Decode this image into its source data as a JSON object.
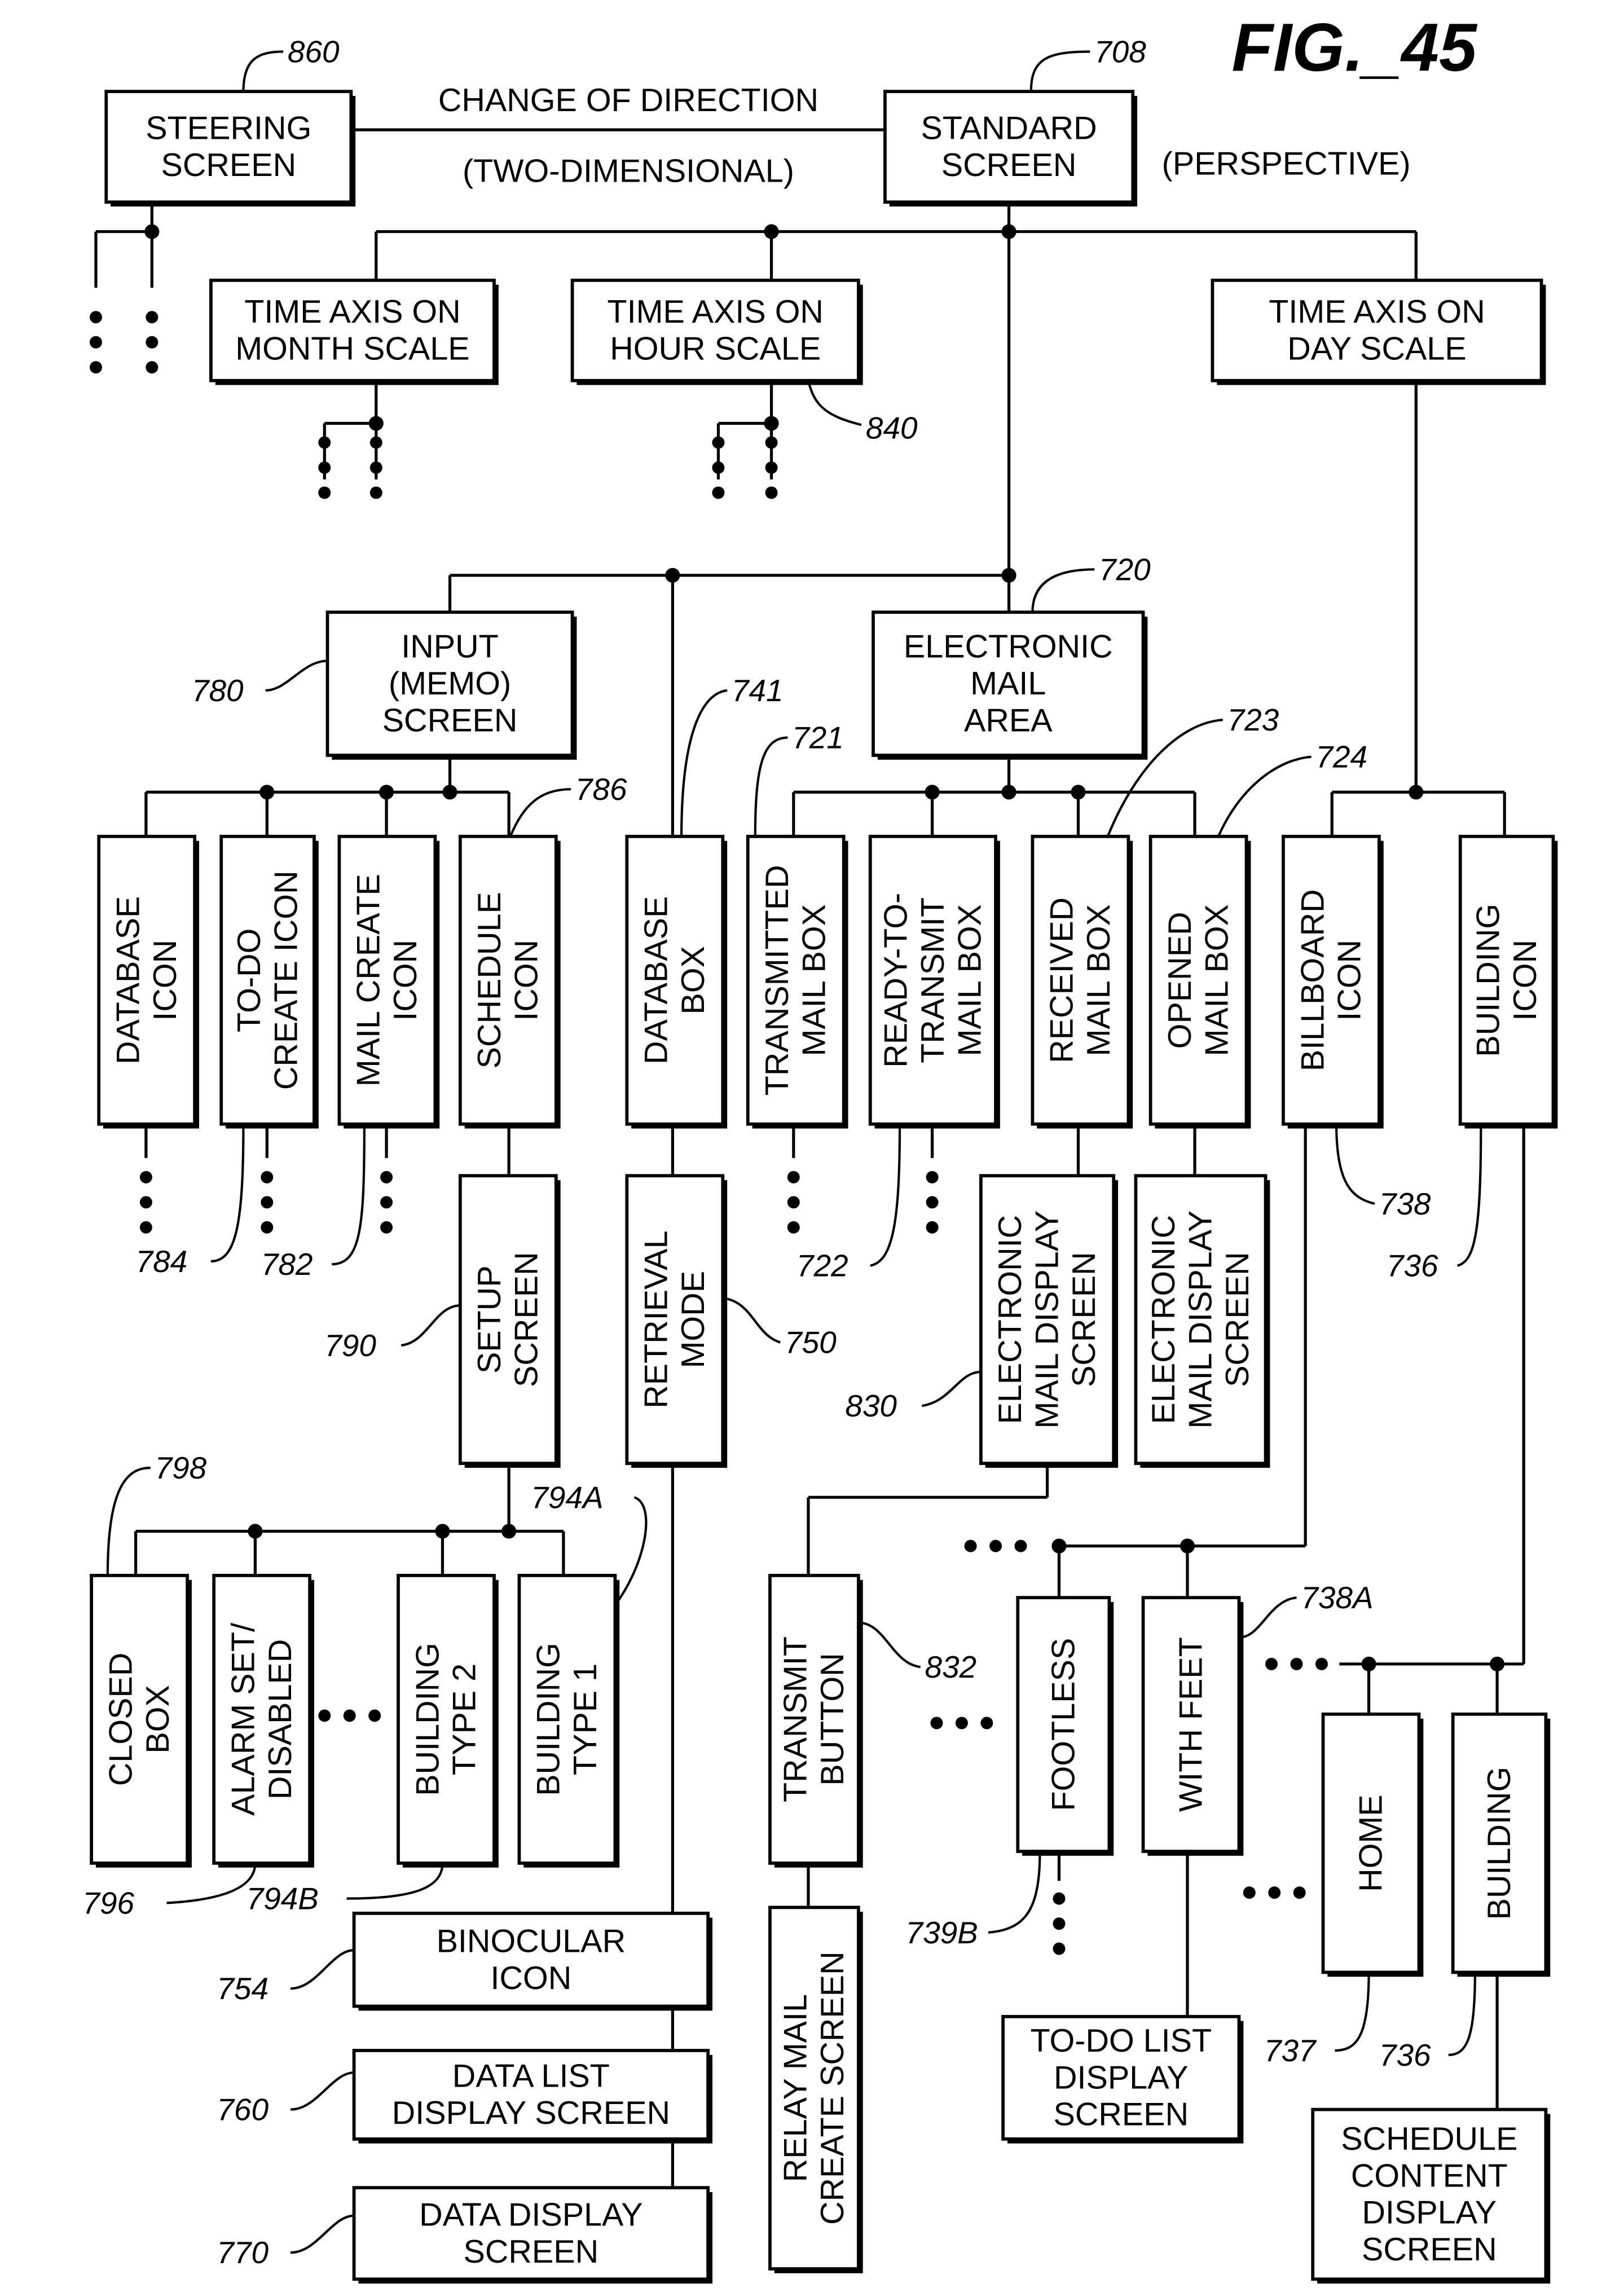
{
  "figure": {
    "title": "FIG._45"
  },
  "annotations": {
    "change_of_direction": "CHANGE OF DIRECTION",
    "two_dimensional": "(TWO-DIMENSIONAL)",
    "perspective": "(PERSPECTIVE)"
  },
  "boxes": {
    "steering_screen": {
      "lines": [
        "STEERING",
        "SCREEN"
      ],
      "ref": "860"
    },
    "standard_screen": {
      "lines": [
        "STANDARD",
        "SCREEN"
      ],
      "ref": "708"
    },
    "time_axis_month": {
      "lines": [
        "TIME AXIS ON",
        "MONTH SCALE"
      ]
    },
    "time_axis_hour": {
      "lines": [
        "TIME AXIS ON",
        "HOUR SCALE"
      ],
      "ref": "840"
    },
    "time_axis_day": {
      "lines": [
        "TIME AXIS ON",
        "DAY SCALE"
      ]
    },
    "input_memo_screen": {
      "lines": [
        "INPUT",
        "(MEMO)",
        "SCREEN"
      ],
      "ref": "780"
    },
    "electronic_mail_area": {
      "lines": [
        "ELECTRONIC",
        "MAIL",
        "AREA"
      ],
      "ref": "720"
    },
    "database_icon": {
      "lines": [
        "DATABASE",
        "ICON"
      ],
      "ref": "784"
    },
    "todo_create_icon": {
      "lines": [
        "TO-DO",
        "CREATE ICON"
      ],
      "ref": "782"
    },
    "mail_create_icon": {
      "lines": [
        "MAIL CREATE",
        "ICON"
      ]
    },
    "schedule_icon": {
      "lines": [
        "SCHEDULE",
        "ICON"
      ],
      "ref": "786"
    },
    "database_box": {
      "lines": [
        "DATABASE",
        "BOX"
      ],
      "ref": "741"
    },
    "transmitted_mail_box": {
      "lines": [
        "TRANSMITTED",
        "MAIL BOX"
      ],
      "ref": "721"
    },
    "ready_to_transmit_mail_box": {
      "lines": [
        "READY-TO-",
        "TRANSMIT",
        "MAIL BOX"
      ],
      "ref": "722"
    },
    "received_mail_box": {
      "lines": [
        "RECEIVED",
        "MAIL BOX"
      ],
      "ref": "723"
    },
    "opened_mail_box": {
      "lines": [
        "OPENED",
        "MAIL BOX"
      ],
      "ref": "724"
    },
    "billboard_icon": {
      "lines": [
        "BILLBOARD",
        "ICON"
      ],
      "ref": "738"
    },
    "building_icon": {
      "lines": [
        "BUILDING",
        "ICON"
      ],
      "ref": "736"
    },
    "setup_screen": {
      "lines": [
        "SETUP",
        "SCREEN"
      ],
      "ref": "790"
    },
    "retrieval_mode": {
      "lines": [
        "RETRIEVAL",
        "MODE"
      ],
      "ref": "750"
    },
    "em_display_screen_1": {
      "lines": [
        "ELECTRONIC",
        "MAIL DISPLAY",
        "SCREEN"
      ],
      "ref": "830"
    },
    "em_display_screen_2": {
      "lines": [
        "ELECTRONIC",
        "MAIL DISPLAY",
        "SCREEN"
      ]
    },
    "closed_box": {
      "lines": [
        "CLOSED",
        "BOX"
      ],
      "ref": "798"
    },
    "alarm_set_disabled": {
      "lines": [
        "ALARM SET/",
        "DISABLED"
      ],
      "ref": "796"
    },
    "building_type_2": {
      "lines": [
        "BUILDING",
        "TYPE 2"
      ],
      "ref": "794B"
    },
    "building_type_1": {
      "lines": [
        "BUILDING",
        "TYPE 1"
      ],
      "ref": "794A"
    },
    "transmit_button": {
      "lines": [
        "TRANSMIT",
        "BUTTON"
      ],
      "ref": "832"
    },
    "relay_mail_create_screen": {
      "lines": [
        "RELAY MAIL",
        "CREATE SCREEN"
      ]
    },
    "footless": {
      "lines": [
        "FOOTLESS"
      ],
      "ref": "739B"
    },
    "with_feet": {
      "lines": [
        "WITH  FEET"
      ],
      "ref": "738A"
    },
    "home": {
      "lines": [
        "HOME"
      ],
      "ref": "737"
    },
    "building": {
      "lines": [
        "BUILDING"
      ],
      "ref": "736"
    },
    "binocular_icon": {
      "lines": [
        "BINOCULAR",
        "ICON"
      ],
      "ref": "754"
    },
    "data_list_display_screen": {
      "lines": [
        "DATA LIST",
        "DISPLAY SCREEN"
      ],
      "ref": "760"
    },
    "data_display_screen": {
      "lines": [
        "DATA DISPLAY",
        "SCREEN"
      ],
      "ref": "770"
    },
    "todo_list_display_screen": {
      "lines": [
        "TO-DO LIST",
        "DISPLAY",
        "SCREEN"
      ]
    },
    "schedule_content_display_screen": {
      "lines": [
        "SCHEDULE",
        "CONTENT",
        "DISPLAY",
        "SCREEN"
      ]
    }
  }
}
